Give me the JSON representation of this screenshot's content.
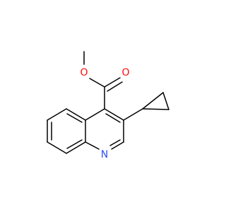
{
  "molecule": {
    "atoms": {
      "oxygen_ester": {
        "label": "O",
        "color": "#ff0d0d"
      },
      "oxygen_carbonyl": {
        "label": "O",
        "color": "#ff0d0d"
      },
      "nitrogen_ring": {
        "label": "N",
        "color": "#3050f8"
      }
    },
    "bond_color": "#000000",
    "background": "#ffffff"
  }
}
